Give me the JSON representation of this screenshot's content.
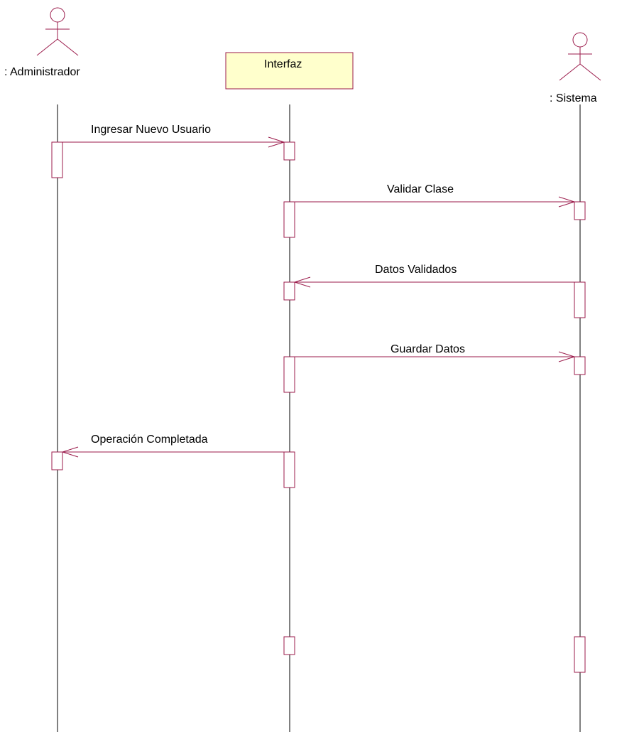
{
  "diagram": {
    "type": "uml-sequence",
    "line_color": "#9b1b4b",
    "object_fill": "#ffffcc",
    "participants": [
      {
        "id": "admin",
        "label": ": Administrador",
        "kind": "actor"
      },
      {
        "id": "ui",
        "label": "Interfaz",
        "kind": "object"
      },
      {
        "id": "sys",
        "label": ": Sistema",
        "kind": "actor"
      }
    ],
    "messages": [
      {
        "from": "admin",
        "to": "ui",
        "label": "Ingresar Nuevo Usuario"
      },
      {
        "from": "ui",
        "to": "sys",
        "label": "Validar Clase"
      },
      {
        "from": "sys",
        "to": "ui",
        "label": "Datos Validados"
      },
      {
        "from": "ui",
        "to": "sys",
        "label": "Guardar Datos"
      },
      {
        "from": "ui",
        "to": "admin",
        "label": "Operación Completada"
      }
    ]
  }
}
